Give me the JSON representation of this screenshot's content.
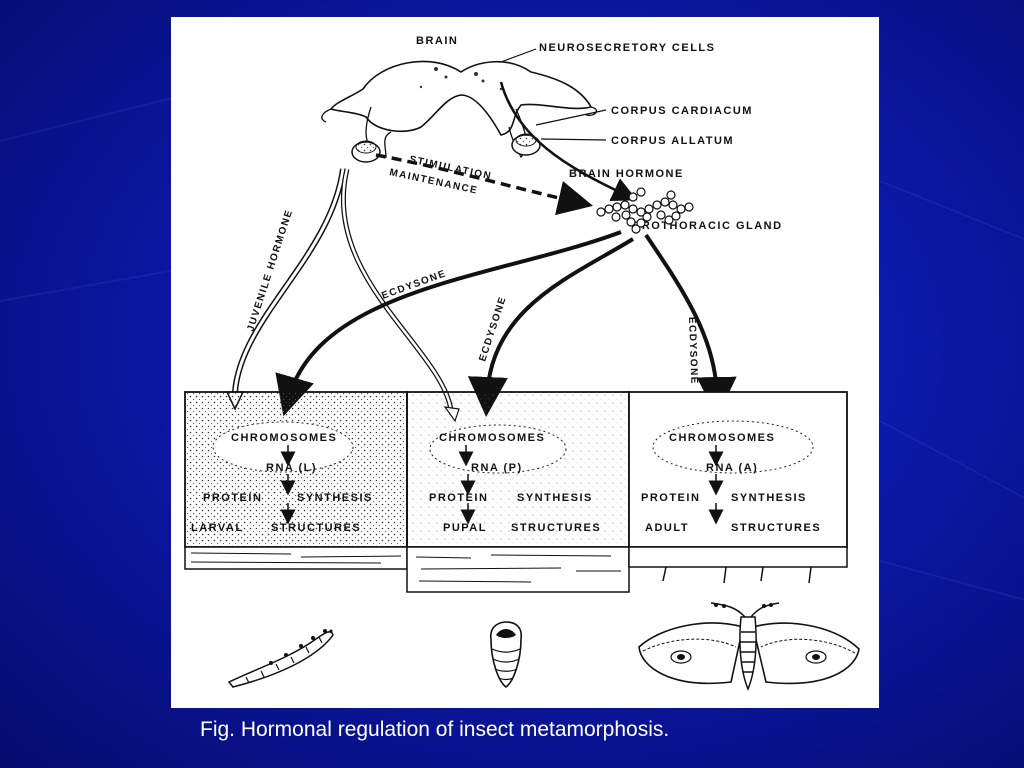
{
  "diagram": {
    "labels": {
      "brain": "BRAIN",
      "neurosecretory_cells": "NEUROSECRETORY CELLS",
      "corpus_cardiacum": "CORPUS CARDIACUM",
      "corpus_allatum": "CORPUS ALLATUM",
      "brain_hormone": "BRAIN HORMONE",
      "stimulation": "STIMULATION",
      "maintenance": "MAINTENANCE",
      "prothoracic_gland": "PROTHORACIC GLAND",
      "juvenile_hormone": "JUVENILE HORMONE",
      "ecdysone_left": "ECDYSONE",
      "ecdysone_middle": "ECDYSONE",
      "ecdysone_right": "ECDYSONE"
    },
    "panels": [
      {
        "chromosomes": "CHROMOSOMES",
        "rna": "RNA (L)",
        "protein": "PROTEIN",
        "synthesis": "SYNTHESIS",
        "stage": "LARVAL",
        "structures": "STRUCTURES"
      },
      {
        "chromosomes": "CHROMOSOMES",
        "rna": "RNA (P)",
        "protein": "PROTEIN",
        "synthesis": "SYNTHESIS",
        "stage": "PUPAL",
        "structures": "STRUCTURES"
      },
      {
        "chromosomes": "CHROMOSOMES",
        "rna": "RNA (A)",
        "protein": "PROTEIN",
        "synthesis": "SYNTHESIS",
        "stage": "ADULT",
        "structures": "STRUCTURES"
      }
    ]
  },
  "caption": "Fig. Hormonal regulation of insect metamorphosis."
}
